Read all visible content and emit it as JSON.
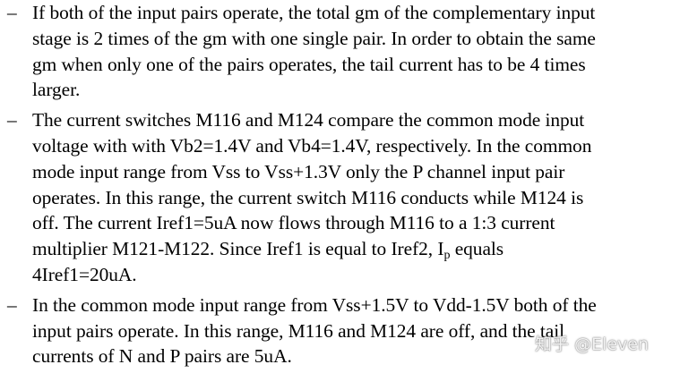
{
  "bullet_glyph": "–",
  "items": [
    {
      "lines": [
        "If both of the input pairs operate, the total gm of the complementary input",
        "stage is 2 times of the gm with one single pair. In order to obtain the same",
        "gm when only one of the pairs operates, the tail current has to be 4 times",
        "larger."
      ]
    },
    {
      "lines": [
        "The current switches M116 and M124 compare the common mode input",
        "voltage with with Vb2=1.4V and Vb4=1.4V, respectively. In the common",
        "mode input range from Vss to Vss+1.3V only the P channel input pair",
        "operates. In this range, the current switch M116 conducts while M124 is",
        "off. The current Iref1=5uA now flows through M116 to a 1:3 current",
        "multiplier M121-M122. Since Iref1 is equal to Iref2, I"
      ],
      "sub": "p",
      "line6_tail": " equals",
      "last_line": "4Iref1=20uA."
    },
    {
      "lines": [
        "In the common mode input range from Vss+1.5V to Vdd-1.5V both of the",
        "input pairs operate. In this range, M116 and M124 are off, and the tail",
        "currents of N and P pairs are 5uA."
      ]
    }
  ],
  "watermark": "知乎 @Eleven"
}
